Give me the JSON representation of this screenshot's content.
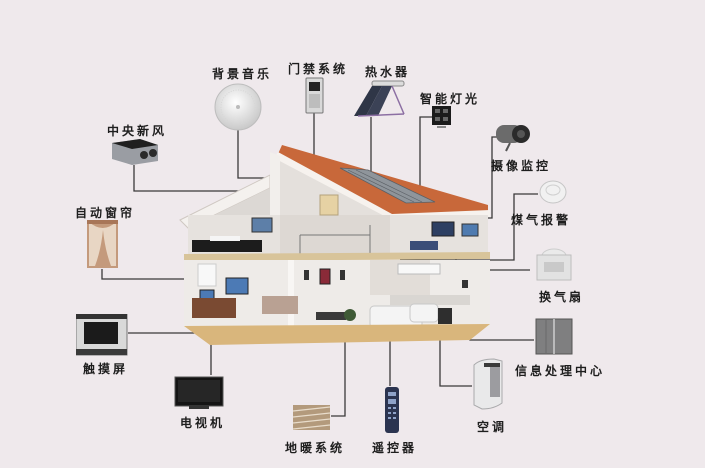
{
  "diagram": {
    "title": "Smart home system diagram",
    "background_color": "#efe9ec",
    "line_color": "#3a3a3a",
    "roof_color": "#c8683a",
    "center": "house-cutaway",
    "devices": [
      {
        "id": "background-music",
        "label": "背景音乐",
        "icon": "ceiling-speaker-icon"
      },
      {
        "id": "access-control",
        "label": "门禁系统",
        "icon": "door-intercom-icon"
      },
      {
        "id": "water-heater",
        "label": "热水器",
        "icon": "solar-water-heater-icon"
      },
      {
        "id": "smart-lighting",
        "label": "智能灯光",
        "icon": "light-switch-panel-icon"
      },
      {
        "id": "central-fresh-air",
        "label": "中央新风",
        "icon": "ventilation-unit-icon"
      },
      {
        "id": "camera-surveillance",
        "label": "摄像监控",
        "icon": "security-camera-icon"
      },
      {
        "id": "gas-alarm",
        "label": "煤气报警",
        "icon": "gas-detector-icon"
      },
      {
        "id": "auto-curtain",
        "label": "自动窗帘",
        "icon": "curtain-icon"
      },
      {
        "id": "exhaust-fan",
        "label": "换气扇",
        "icon": "exhaust-fan-icon"
      },
      {
        "id": "info-center",
        "label": "信息处理中心",
        "icon": "server-cabinet-icon"
      },
      {
        "id": "touch-screen",
        "label": "触摸屏",
        "icon": "touch-panel-icon"
      },
      {
        "id": "television",
        "label": "电视机",
        "icon": "tv-icon"
      },
      {
        "id": "floor-heating",
        "label": "地暖系统",
        "icon": "floor-heating-icon"
      },
      {
        "id": "remote-control",
        "label": "遥控器",
        "icon": "remote-control-icon"
      },
      {
        "id": "air-conditioner",
        "label": "空调",
        "icon": "portable-ac-icon"
      }
    ]
  }
}
